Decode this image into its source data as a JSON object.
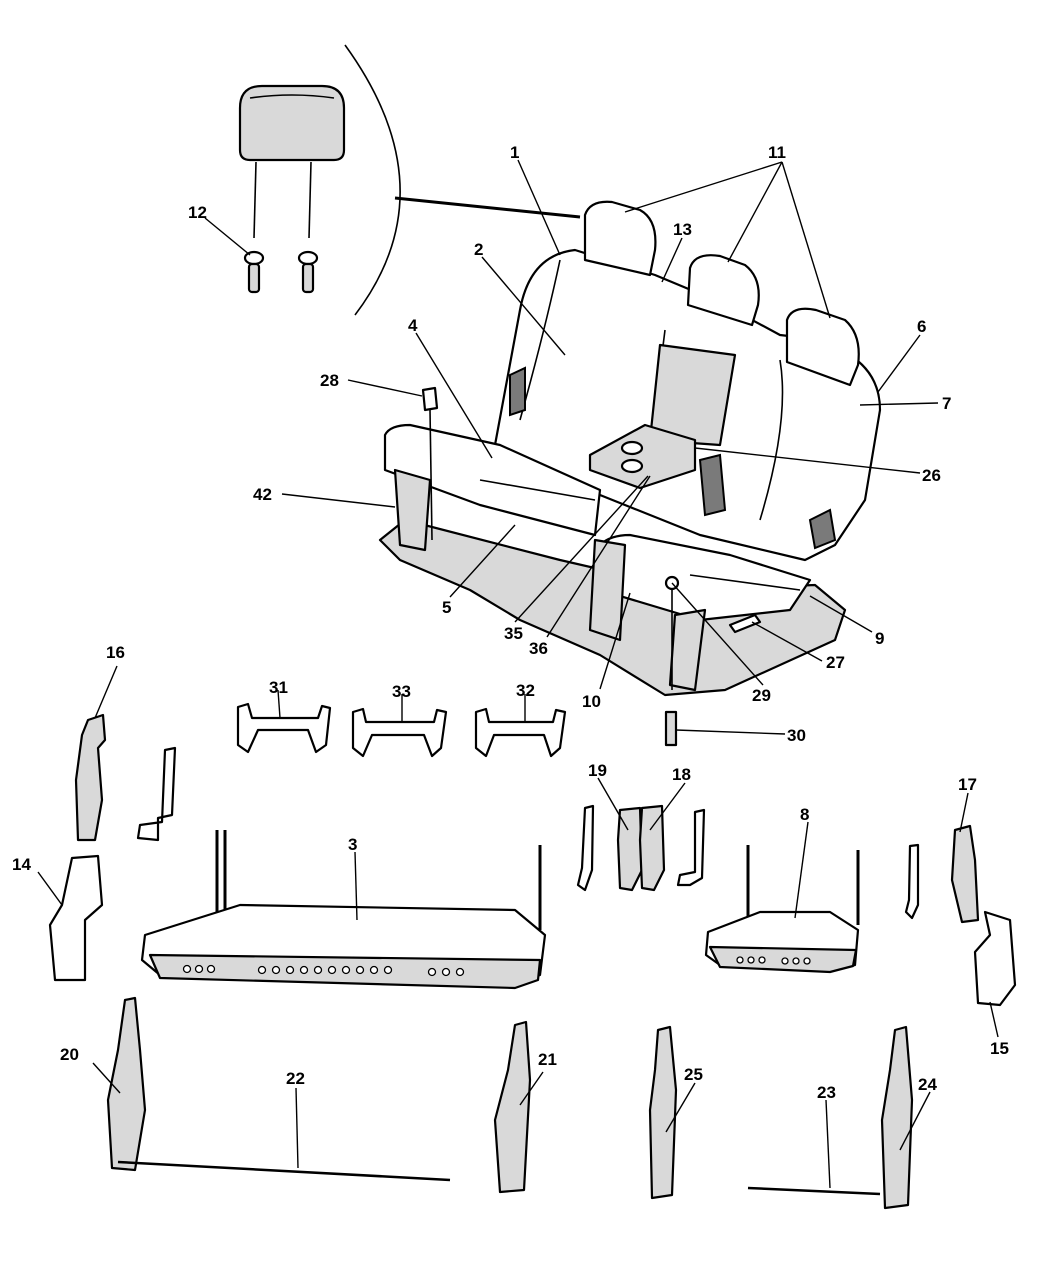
{
  "callouts": [
    "1",
    "2",
    "3",
    "4",
    "5",
    "6",
    "7",
    "8",
    "9",
    "10",
    "11",
    "12",
    "13",
    "14",
    "15",
    "16",
    "17",
    "18",
    "19",
    "20",
    "21",
    "22",
    "23",
    "24",
    "25",
    "26",
    "27",
    "28",
    "29",
    "30",
    "31",
    "32",
    "33",
    "35",
    "36",
    "42"
  ]
}
